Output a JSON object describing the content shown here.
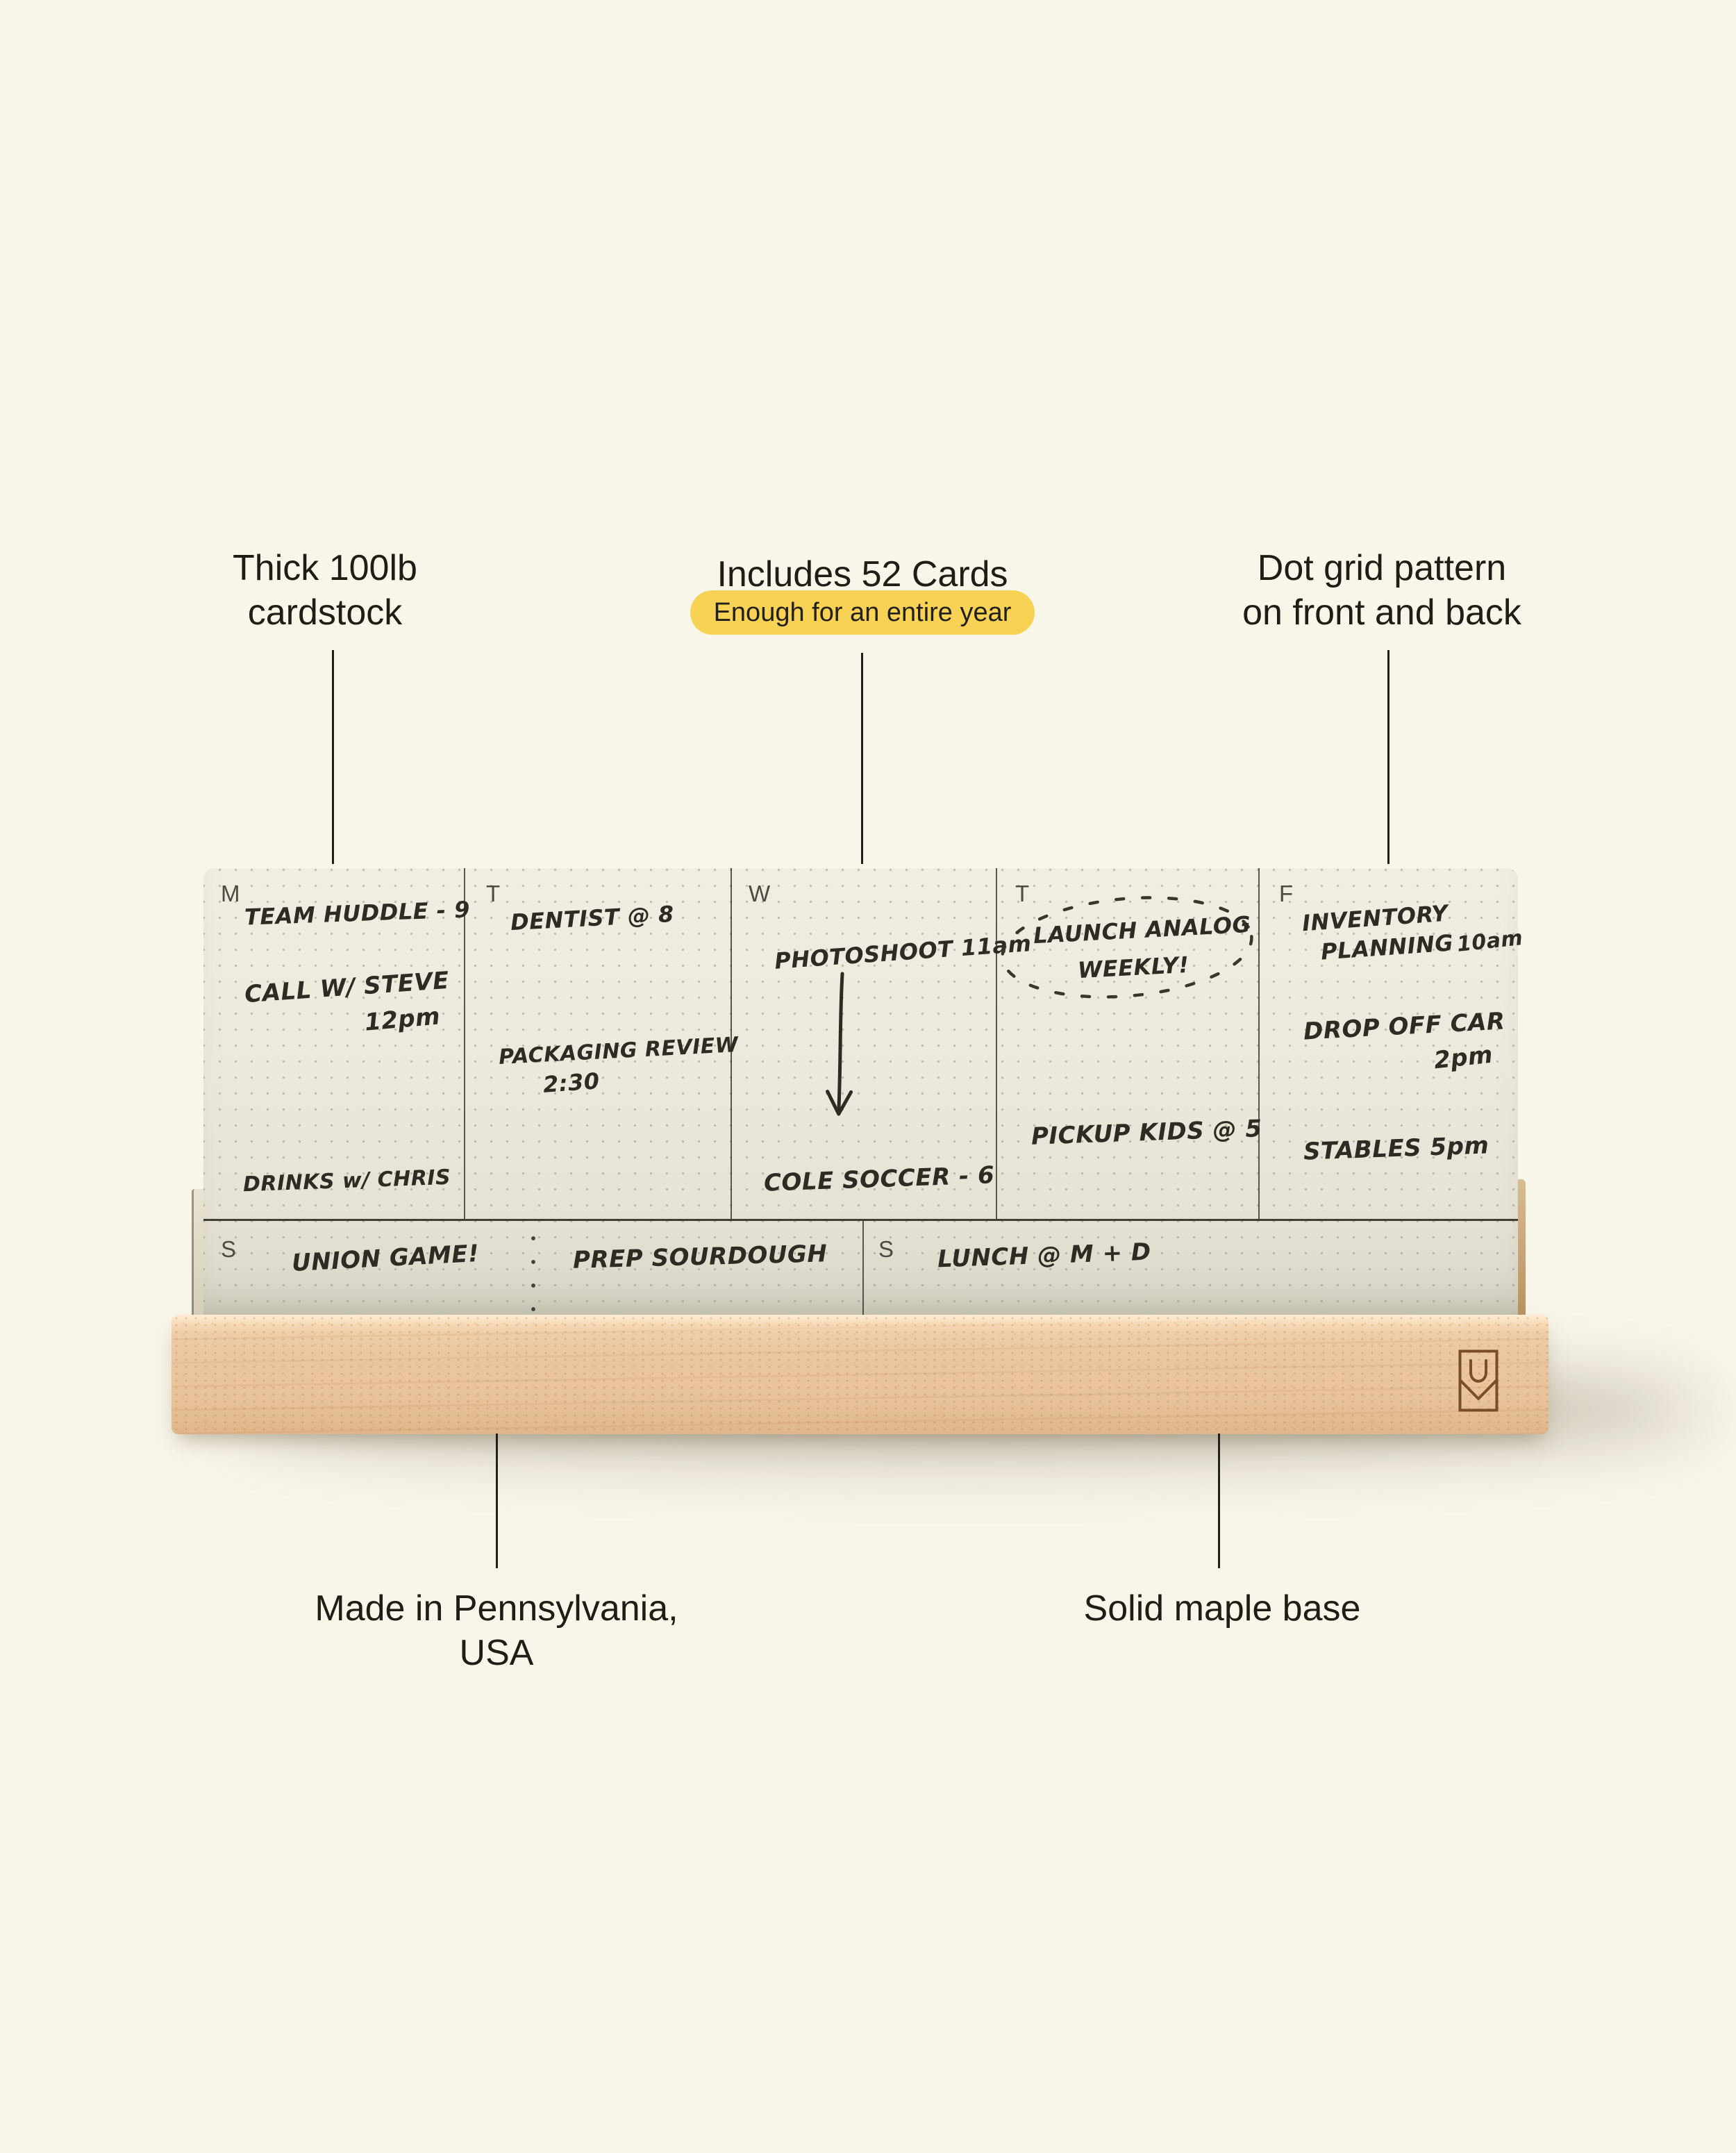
{
  "product": {
    "annotations": {
      "cardstock": {
        "line1": "Thick 100lb",
        "line2": "cardstock"
      },
      "includes": {
        "title": "Includes 52 Cards",
        "badge": "Enough for an entire year"
      },
      "dotgrid": {
        "line1": "Dot grid pattern",
        "line2": "on front and back"
      },
      "made_in": "Made in Pennsylvania, USA",
      "base": "Solid maple base"
    },
    "card": {
      "columns": [
        {
          "label": "M",
          "n1": "TEAM HUDDLE - 9",
          "n2": "CALL W/ STEVE",
          "n2_time": "12pm",
          "n3": "DRINKS w/ CHRIS"
        },
        {
          "label": "T",
          "n1": "DENTIST @ 8",
          "n2": "PACKAGING REVIEW",
          "n2_time": "2:30"
        },
        {
          "label": "W",
          "n1": "PHOTOSHOOT 11am",
          "n2": "COLE SOCCER - 6"
        },
        {
          "label": "T",
          "n1": "LAUNCH ANALOG",
          "n1b": "WEEKLY!",
          "n2": "PICKUP KIDS @ 5"
        },
        {
          "label": "F",
          "n1": "INVENTORY",
          "n1b": "PLANNING",
          "n1_time": "10am",
          "n2": "DROP OFF CAR",
          "n2_time": "2pm",
          "n3": "STABLES 5pm"
        }
      ],
      "weekend": {
        "sat_label": "S",
        "sat_n1": "UNION GAME!",
        "sat_n2": "PREP SOURDOUGH",
        "sun_label": "S",
        "sun_n1": "LUNCH @ M + D"
      }
    },
    "icons": {
      "brand_logo": "ugmonk-u-mark",
      "arrow": "down-arrow",
      "scribble": "scribble-circle"
    },
    "colors": {
      "background": "#F8F5E9",
      "ink": "#221F18",
      "highlight": "#F7D254",
      "card": "#ECEADE",
      "wood": "#EAC7A2",
      "logo": "#7B4C2A"
    }
  }
}
